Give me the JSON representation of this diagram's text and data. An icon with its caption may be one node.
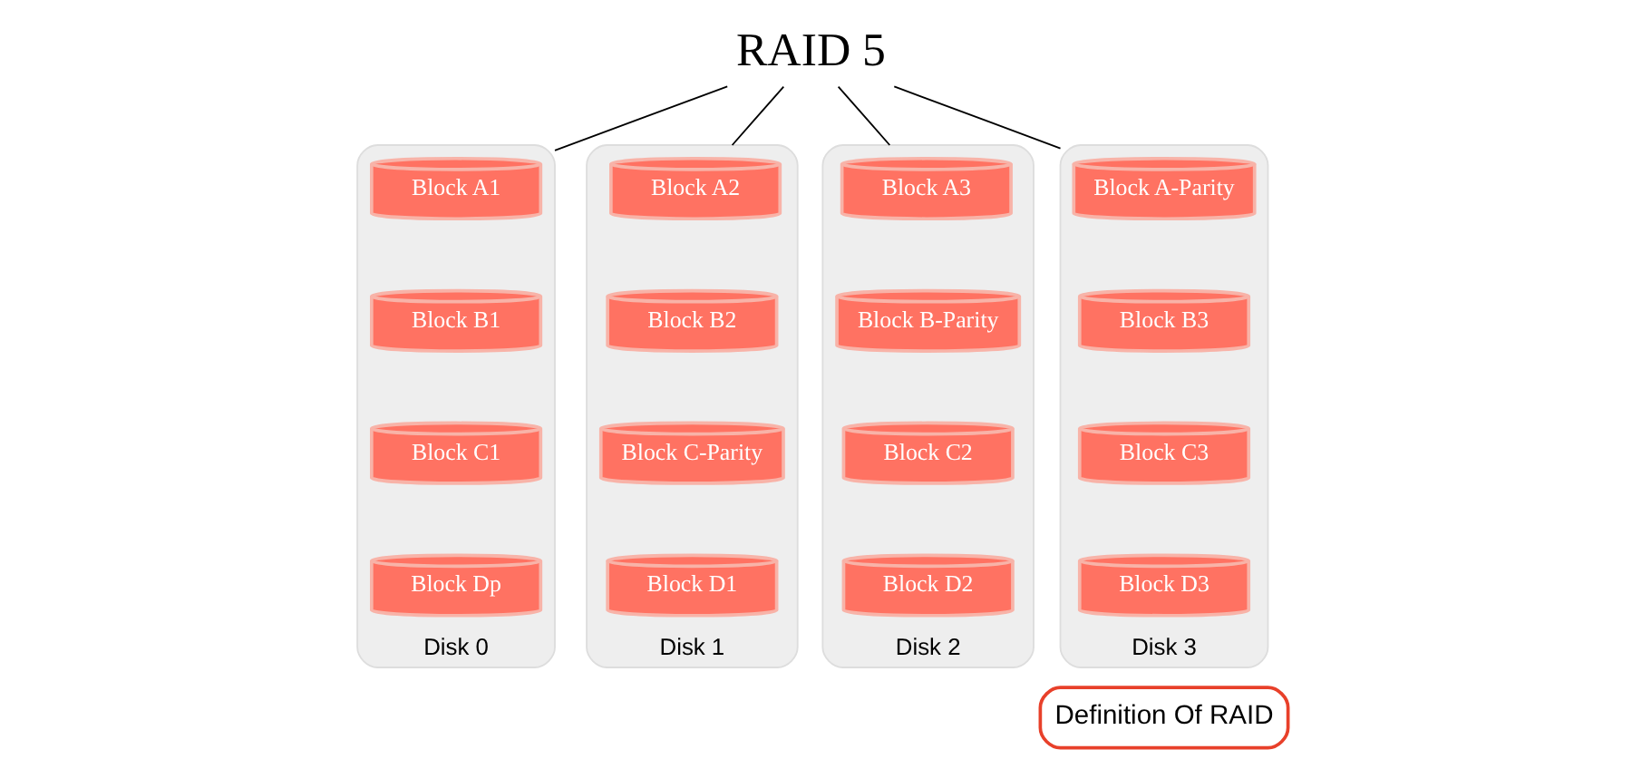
{
  "diagram": {
    "nodes": [
      {
        "text": [
          "RAID 5"
        ]
      },
      {
        "text": [
          "Disk 0"
        ]
      },
      {
        "text": [
          "Block A1"
        ],
        "in": 1
      },
      {
        "text": [
          "Block B1"
        ],
        "in": 1
      },
      {
        "text": [
          "Block C1"
        ],
        "in": 1
      },
      {
        "text": [
          "Block Dp"
        ],
        "in": 1
      },
      {
        "text": [
          "Disk 1"
        ]
      },
      {
        "text": [
          "Block A2"
        ],
        "in": 6
      },
      {
        "text": [
          "Block B2"
        ],
        "in": 6
      },
      {
        "text": [
          "Block C-Parity"
        ],
        "in": 6
      },
      {
        "text": [
          "Block D1"
        ],
        "in": 6
      },
      {
        "text": [
          "Disk 2"
        ]
      },
      {
        "text": [
          "Block A3"
        ],
        "in": 11
      },
      {
        "text": [
          "Block B-Parity"
        ],
        "in": 11
      },
      {
        "text": [
          "Block C2"
        ],
        "in": 11
      },
      {
        "text": [
          "Block D2"
        ],
        "in": 11
      },
      {
        "text": [
          "Disk 3"
        ]
      },
      {
        "text": [
          "Block A-Parity"
        ],
        "in": 16
      },
      {
        "text": [
          "Block B3"
        ],
        "in": 16
      },
      {
        "text": [
          "Block C3"
        ],
        "in": 16
      },
      {
        "text": [
          "Block D3"
        ],
        "in": 16
      },
      {
        "text": [
          "Definition Of RAID"
        ]
      }
    ],
    "edges": [
      {
        "from": 0,
        "to": 1,
        "arrow": "none"
      },
      {
        "from": 0,
        "to": 6,
        "arrow": "none"
      },
      {
        "from": 0,
        "to": 11,
        "arrow": "none"
      },
      {
        "from": 0,
        "to": 16,
        "arrow": "none"
      }
    ]
  }
}
